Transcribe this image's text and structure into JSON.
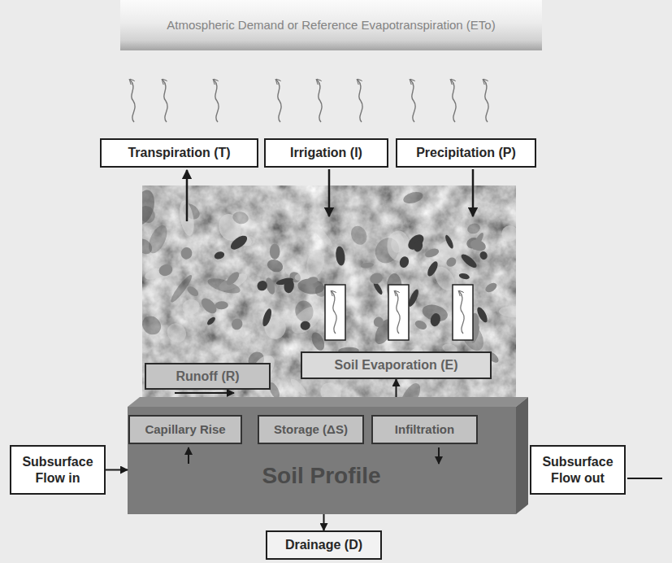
{
  "diagram": {
    "nodes": [
      {
        "text": [
          "Atmospheric Demand or Reference Evapotranspiration (ETo)"
        ]
      },
      {
        "text": [
          "Transpiration (T)"
        ]
      },
      {
        "text": [
          "Irrigation (I)"
        ]
      },
      {
        "text": [
          "Precipitation (P)"
        ]
      },
      {
        "text": [
          "Runoff (R)"
        ]
      },
      {
        "text": [
          "Soil Evaporation (E)"
        ]
      },
      {
        "text": [
          "Soil Profile"
        ]
      },
      {
        "text": [
          "Capillary Rise"
        ],
        "in": 6
      },
      {
        "text": [
          "Storage (ΔS)"
        ],
        "in": 6
      },
      {
        "text": [
          "Infiltration"
        ],
        "in": 6
      },
      {
        "text": [
          "Subsurface Flow in"
        ]
      },
      {
        "text": [
          "Subsurface Flow out"
        ]
      },
      {
        "text": [
          "Drainage (D)"
        ]
      }
    ],
    "edges": [
      {
        "from": 10,
        "to": 6,
        "arrow": "to"
      },
      {
        "from": 6,
        "to": 5,
        "arrow": "to"
      },
      {
        "from": 6,
        "to": 12,
        "arrow": "to"
      }
    ]
  }
}
